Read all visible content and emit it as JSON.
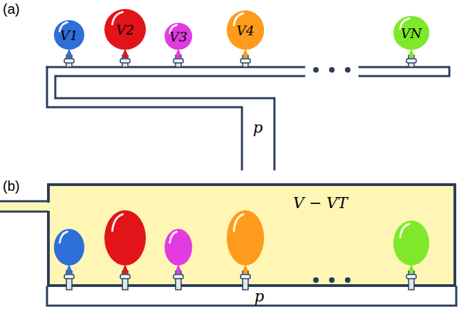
{
  "diagram": {
    "nodes": [
      {
        "text": [
          "V1"
        ]
      },
      {
        "text": [
          "V2"
        ]
      },
      {
        "text": [
          "V3"
        ]
      },
      {
        "text": [
          "V4"
        ]
      },
      {
        "text": [
          "VN"
        ]
      },
      {
        "text": [
          "V − VT"
        ]
      }
    ],
    "labels": [
      "(a)",
      "p",
      "(b)",
      "p"
    ]
  }
}
